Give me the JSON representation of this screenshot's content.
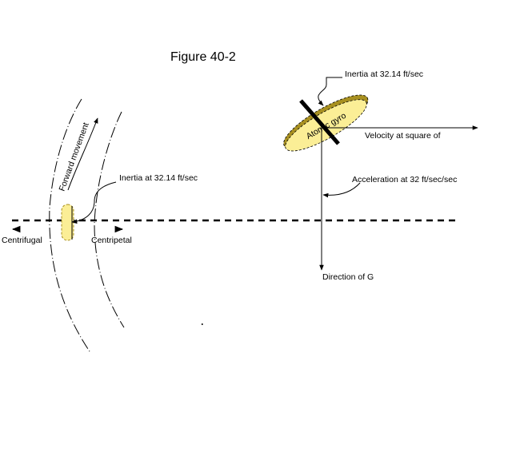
{
  "figure": {
    "title": "Figure 40-2"
  },
  "left_diagram": {
    "forward_label": "Forward movement",
    "inertia_label": "Inertia at 32.14 ft/sec",
    "centrifugal_label": "Centrifugal",
    "centripetal_label": "Centripetal"
  },
  "right_diagram": {
    "gyro_label": "Atomic gyro",
    "inertia_label": "Inertia at 32.14 ft/sec",
    "velocity_label": "Velocity at  square of",
    "acceleration_label": "Acceleration at 32 ft/sec/sec",
    "direction_label": "Direction of G"
  },
  "colors": {
    "gyro_fill": "#FBEE96",
    "gyro_rim": "#A89020",
    "line": "#000000"
  }
}
